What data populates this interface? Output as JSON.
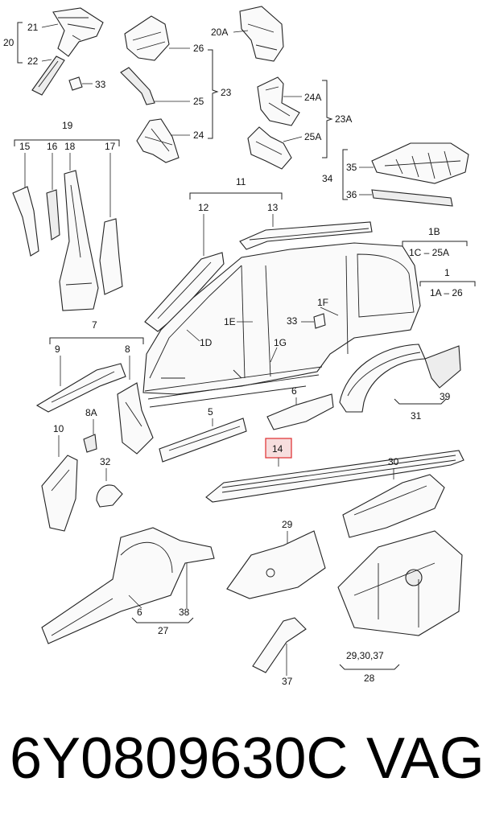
{
  "footer": {
    "part_number": "6Y0809630C",
    "brand": "VAG"
  },
  "highlight": {
    "label": "14",
    "color": "#e0393b"
  },
  "callouts": {
    "c20": "20",
    "c21": "21",
    "c22": "22",
    "c33a": "33",
    "c26": "26",
    "c23": "23",
    "c25": "25",
    "c24": "24",
    "c20A": "20A",
    "c24A": "24A",
    "c23A": "23A",
    "c25A": "25A",
    "c34": "34",
    "c35": "35",
    "c36": "36",
    "c19": "19",
    "c15": "15",
    "c16": "16",
    "c18": "18",
    "c17": "17",
    "c11": "11",
    "c12": "12",
    "c13": "13",
    "c1B": "1B",
    "c1C25A": "1C – 25A",
    "c1": "1",
    "c1A26": "1A – 26",
    "c1F": "1F",
    "c33b": "33",
    "c1E": "1E",
    "c1D": "1D",
    "c1G": "1G",
    "c7": "7",
    "c9": "9",
    "c8": "8",
    "c6a": "6",
    "c5": "5",
    "c39": "39",
    "c31": "31",
    "c10": "10",
    "c8A": "8A",
    "c32": "32",
    "c30": "30",
    "c29": "29",
    "c6b": "6",
    "c27": "27",
    "c38": "38",
    "c293037": "29,30,37",
    "c28": "28",
    "c37": "37"
  }
}
